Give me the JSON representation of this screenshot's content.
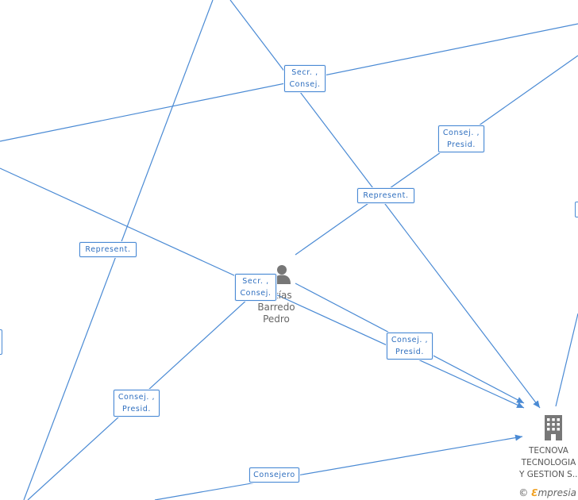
{
  "person": {
    "name_lines": [
      "Matías",
      "Barredo",
      "Pedro"
    ]
  },
  "company": {
    "name_lines": [
      "TECNOVA",
      "TECNOLOGIA",
      "Y GESTION S..."
    ]
  },
  "labels": {
    "secr_consej_top": [
      "Secr. ,",
      "Consej."
    ],
    "consej_presid_right": [
      "Consej. ,",
      "Presid."
    ],
    "represent_middle": [
      "Represent."
    ],
    "represent_left": [
      "Represent."
    ],
    "secr_consej_center": [
      "Secr. ,",
      "Consej."
    ],
    "consej_presid_center": [
      "Consej. ,",
      "Presid."
    ],
    "consej_presid_lower": [
      "Consej. ,",
      "Presid."
    ],
    "consejero": [
      "Consejero"
    ]
  },
  "watermark": {
    "copyright": "©",
    "brand_e": "ℇ",
    "brand_rest": "mpresia"
  },
  "colors": {
    "edge": "#4a8ad4",
    "label_text": "#2f6fbf",
    "node_icon": "#777777",
    "brand": "#f0a020"
  }
}
